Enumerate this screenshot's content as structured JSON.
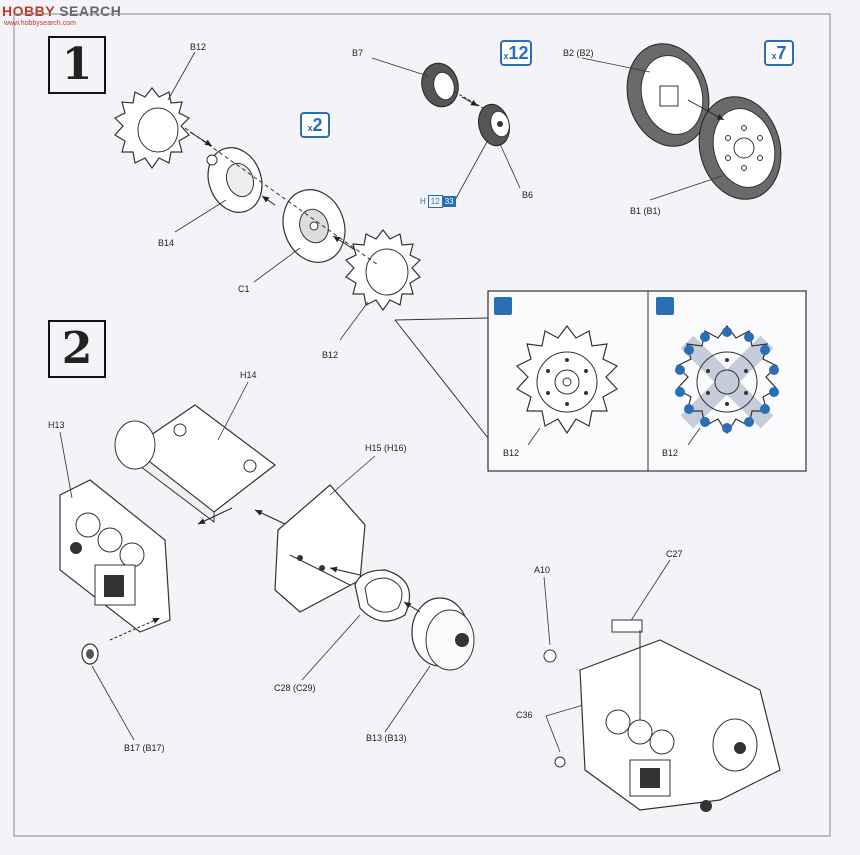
{
  "watermark": {
    "brand_a": "HOBBY",
    "brand_b": " SEARCH",
    "domain": "www.hobbysearch.com"
  },
  "steps": [
    {
      "number": "1"
    },
    {
      "number": "2"
    }
  ],
  "quantities": {
    "q_x2": "2",
    "q_x12": "12",
    "q_x7": "7",
    "prefix": "x"
  },
  "ref": {
    "letter": "H",
    "n1": "12",
    "n2": "33"
  },
  "labels": {
    "b12_top": "B12",
    "b7": "B7",
    "b2": "B2 (B2)",
    "b14": "B14",
    "c1": "C1",
    "b6": "B6",
    "b1": "B1 (B1)",
    "b12_mid": "B12",
    "b12_box1": "B12",
    "b12_box2": "B12",
    "h14": "H14",
    "h13": "H13",
    "h15": "H15 (H16)",
    "c28": "C28 (C29)",
    "b13": "B13 (B13)",
    "b17": "B17 (B17)",
    "a10": "A10",
    "c27": "C27",
    "c36": "C36"
  },
  "colors": {
    "accent_blue": "#2a6fb5",
    "line": "#333333",
    "paper": "#f4f4f8"
  }
}
